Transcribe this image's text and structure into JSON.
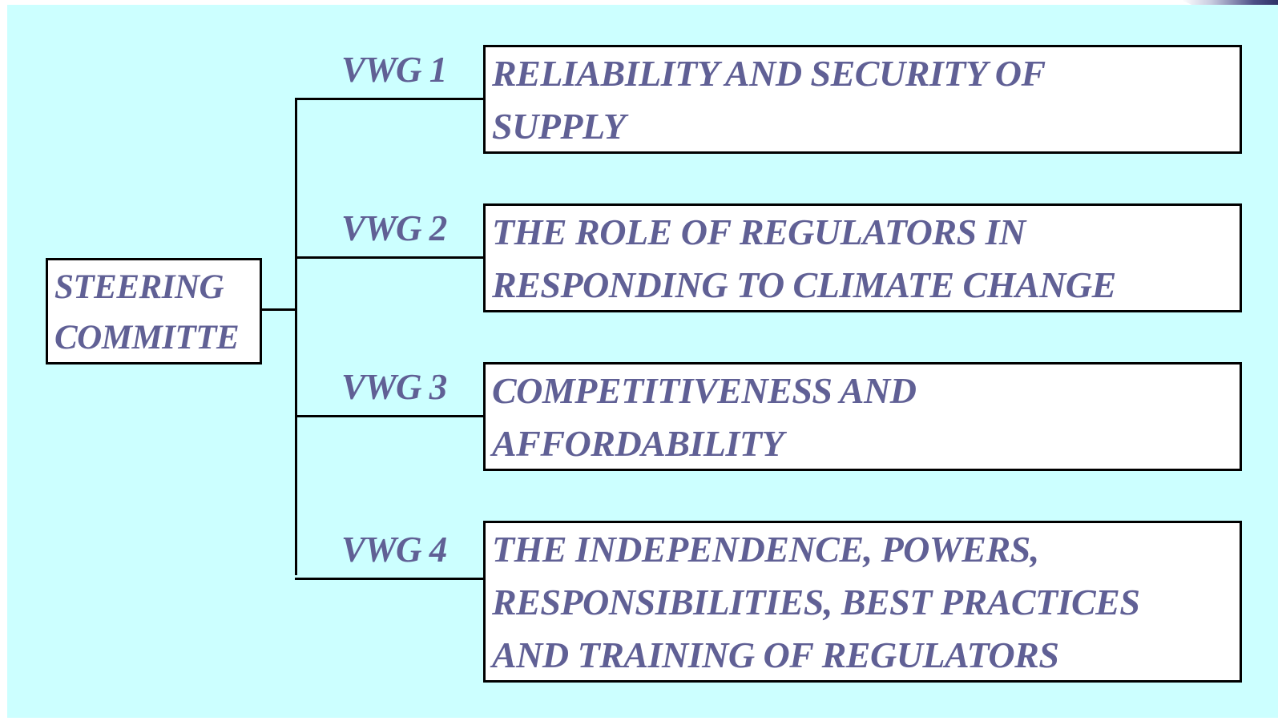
{
  "diagram": {
    "root": {
      "lines": [
        "STEERING",
        "COMMITTE"
      ]
    },
    "working_groups": [
      {
        "label": "VWG 1",
        "lines": [
          "RELIABILITY AND SECURITY OF",
          "SUPPLY"
        ]
      },
      {
        "label": "VWG 2",
        "lines": [
          "THE ROLE OF REGULATORS IN",
          "RESPONDING TO CLIMATE CHANGE"
        ]
      },
      {
        "label": "VWG 3",
        "lines": [
          "COMPETITIVENESS AND",
          "AFFORDABILITY"
        ]
      },
      {
        "label": "VWG 4",
        "lines": [
          "THE INDEPENDENCE, POWERS,",
          "RESPONSIBILITIES, BEST PRACTICES",
          "AND TRAINING OF REGULATORS"
        ]
      }
    ]
  },
  "colors": {
    "background": "#ccffff",
    "text": "#606095",
    "lines": "#000000",
    "box_fill": "#ffffff"
  }
}
